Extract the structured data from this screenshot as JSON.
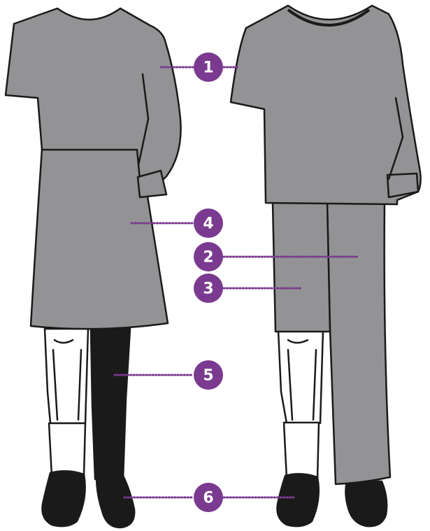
{
  "colors": {
    "garment": "#939395",
    "outline": "#1a1a1a",
    "dark": "#1a1a1a",
    "sock": "#ffffff",
    "badge": "#7a3a8f",
    "leader": "#7a3a8f"
  },
  "callouts": [
    {
      "number": "1",
      "target": "shirt-sleeve"
    },
    {
      "number": "4",
      "target": "skirt"
    },
    {
      "number": "2",
      "target": "long-trouser-leg"
    },
    {
      "number": "3",
      "target": "shorts-leg"
    },
    {
      "number": "5",
      "target": "dark-stocking"
    },
    {
      "number": "6",
      "target": "shoes"
    }
  ]
}
